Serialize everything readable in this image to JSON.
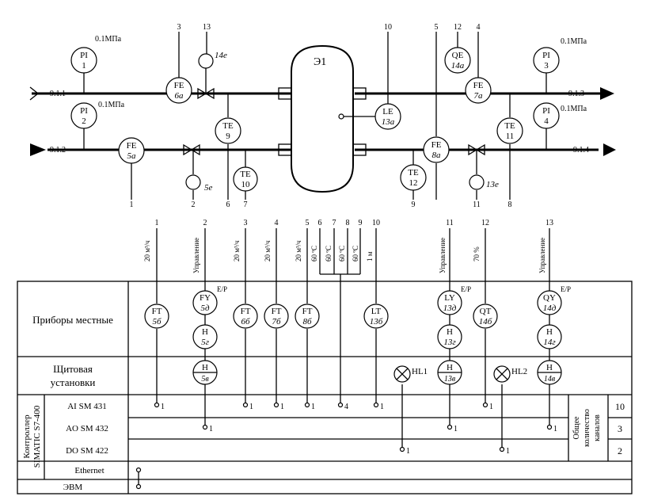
{
  "vessel": {
    "label": "Э1"
  },
  "lines": {
    "l911": "9.1.1",
    "l912": "9.1.2",
    "l913": "9.1.3",
    "l914": "9.1.4"
  },
  "pressure": {
    "p1": "0.1МПа",
    "p2": "0.1МПа",
    "p3": "0.1МПа",
    "p4": "0.1МПа"
  },
  "instruments": {
    "pi1": {
      "tag": "PI",
      "num": "1"
    },
    "pi2": {
      "tag": "PI",
      "num": "2"
    },
    "pi3": {
      "tag": "PI",
      "num": "3"
    },
    "pi4": {
      "tag": "PI",
      "num": "4"
    },
    "fe6a": {
      "tag": "FE",
      "num": "6а"
    },
    "fe5a": {
      "tag": "FE",
      "num": "5а"
    },
    "te9": {
      "tag": "TE",
      "num": "9"
    },
    "te10": {
      "tag": "TE",
      "num": "10"
    },
    "le13a": {
      "tag": "LE",
      "num": "13а"
    },
    "qe14a": {
      "tag": "QE",
      "num": "14а"
    },
    "fe7a": {
      "tag": "FE",
      "num": "7а"
    },
    "fe8a": {
      "tag": "FE",
      "num": "8а"
    },
    "te12": {
      "tag": "TE",
      "num": "12"
    },
    "te11": {
      "tag": "TE",
      "num": "11"
    }
  },
  "actuators": {
    "a14e": "14е",
    "a5e": "5е",
    "a13e": "13е"
  },
  "numbers": {
    "n3": "3",
    "n13": "13",
    "n10": "10",
    "n5": "5",
    "n12": "12",
    "n4": "4",
    "n1": "1",
    "n2": "2",
    "n6": "6",
    "n7": "7",
    "n9": "9",
    "n11": "11",
    "n8": "8"
  },
  "channels": {
    "c1": "1",
    "c2": "2",
    "c3": "3",
    "c4": "4",
    "c5": "5",
    "c6": "6",
    "c7": "7",
    "c8": "8",
    "c9": "9",
    "c10": "10",
    "c11": "11",
    "c12": "12",
    "c13": "13"
  },
  "signals": {
    "s1": "20 м³/ч",
    "s2": "Управление",
    "s3": "20 м³/ч",
    "s4": "20 м³/ч",
    "s5": "20 м³/ч",
    "s6": "60 ºС",
    "s7": "60 ºС",
    "s8": "60 ºС",
    "s9": "60 ºС",
    "s10": "1 м",
    "s11": "Управление",
    "s12": "70 %",
    "s13": "Управление"
  },
  "table": {
    "local": "Приборы местные",
    "panel1": "Щитовая",
    "panel2": "установки",
    "controller1": "Контроллер",
    "controller2": "SIMATIC S7-400",
    "ai": "AI SM 431",
    "ao": "AO SM 432",
    "do": "DO SM 422",
    "ethernet": "Ethernet",
    "evm": "ЭВМ",
    "total1": "Общее",
    "total2": "количество",
    "total3": "каналов",
    "ai_count": "10",
    "ao_count": "3",
    "do_count": "2"
  },
  "local": {
    "ft5": {
      "tag": "FT",
      "num": "5б"
    },
    "fy5": {
      "tag": "FY",
      "num": "5д"
    },
    "h5": {
      "tag": "H",
      "num": "5г"
    },
    "ft6": {
      "tag": "FT",
      "num": "6б"
    },
    "ft7": {
      "tag": "FT",
      "num": "7б"
    },
    "ft8": {
      "tag": "FT",
      "num": "8б"
    },
    "lt13": {
      "tag": "LT",
      "num": "13б"
    },
    "ly13": {
      "tag": "LY",
      "num": "13д"
    },
    "h13": {
      "tag": "H",
      "num": "13г"
    },
    "qt14": {
      "tag": "QT",
      "num": "14б"
    },
    "qy14": {
      "tag": "QY",
      "num": "14д"
    },
    "h14": {
      "tag": "H",
      "num": "14г"
    },
    "ep1": "E/P",
    "ep2": "E/P",
    "ep3": "E/P"
  },
  "panel": {
    "h5v": {
      "tag": "H",
      "num": "5в"
    },
    "h13v": {
      "tag": "H",
      "num": "13в"
    },
    "h14v": {
      "tag": "H",
      "num": "14в"
    },
    "hl1": "HL1",
    "hl2": "HL2"
  },
  "io": {
    "ai1": "1",
    "ai3": "1",
    "ai4": "1",
    "ai5": "1",
    "ai69": "4",
    "ai10": "1",
    "ai12": "1",
    "ao2": "1",
    "ao11": "1",
    "ao13": "1",
    "do1": "1",
    "do2": "1"
  }
}
